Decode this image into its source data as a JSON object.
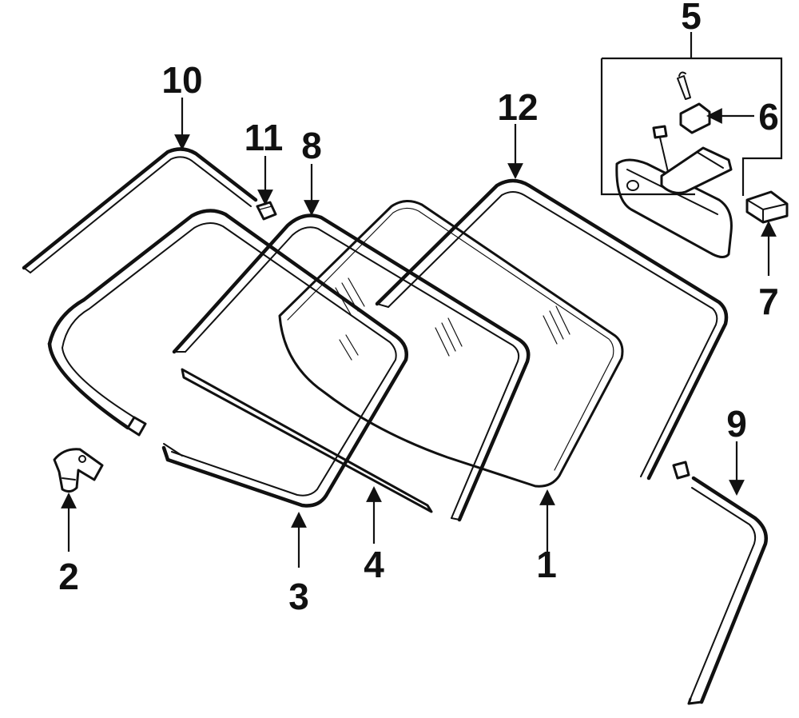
{
  "diagram": {
    "callouts": [
      {
        "id": "1",
        "label": "1"
      },
      {
        "id": "2",
        "label": "2"
      },
      {
        "id": "3",
        "label": "3"
      },
      {
        "id": "4",
        "label": "4"
      },
      {
        "id": "5",
        "label": "5"
      },
      {
        "id": "6",
        "label": "6"
      },
      {
        "id": "7",
        "label": "7"
      },
      {
        "id": "8",
        "label": "8"
      },
      {
        "id": "9",
        "label": "9"
      },
      {
        "id": "10",
        "label": "10"
      },
      {
        "id": "11",
        "label": "11"
      },
      {
        "id": "12",
        "label": "12"
      }
    ]
  },
  "colors": {
    "ink": "#111111",
    "background": "#ffffff"
  }
}
